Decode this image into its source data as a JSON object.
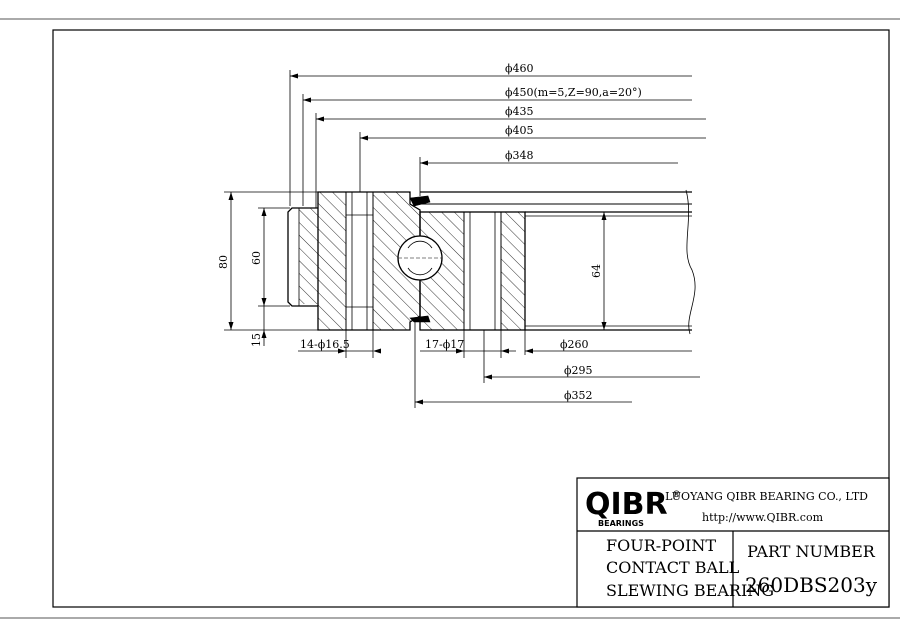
{
  "drawing": {
    "diameters_top": [
      {
        "label": "ϕ460"
      },
      {
        "label": "ϕ450(m=5,Z=90,a=20°)"
      },
      {
        "label": "ϕ435"
      },
      {
        "label": "ϕ405"
      },
      {
        "label": "ϕ348"
      }
    ],
    "diameters_bottom": [
      {
        "label": "ϕ260"
      },
      {
        "label": "ϕ295"
      },
      {
        "label": "ϕ352"
      }
    ],
    "heights": {
      "total": "80",
      "outer_ring": "60",
      "bottom_gap": "15",
      "inner_ring": "64"
    },
    "holes": {
      "outer": "14-ϕ16.5",
      "inner": "17-ϕ17"
    }
  },
  "title_block": {
    "logo_main": "QIBR",
    "logo_reg": "®",
    "logo_sub": "BEARINGS",
    "company": "LUOYANG QIBR BEARING CO., LTD",
    "website": "http://www.QIBR.com",
    "description_line1": "FOUR-POINT",
    "description_line2": "CONTACT BALL",
    "description_line3": "SLEWING BEARING",
    "part_number_label": "PART  NUMBER",
    "part_number": "260DBS203y"
  }
}
